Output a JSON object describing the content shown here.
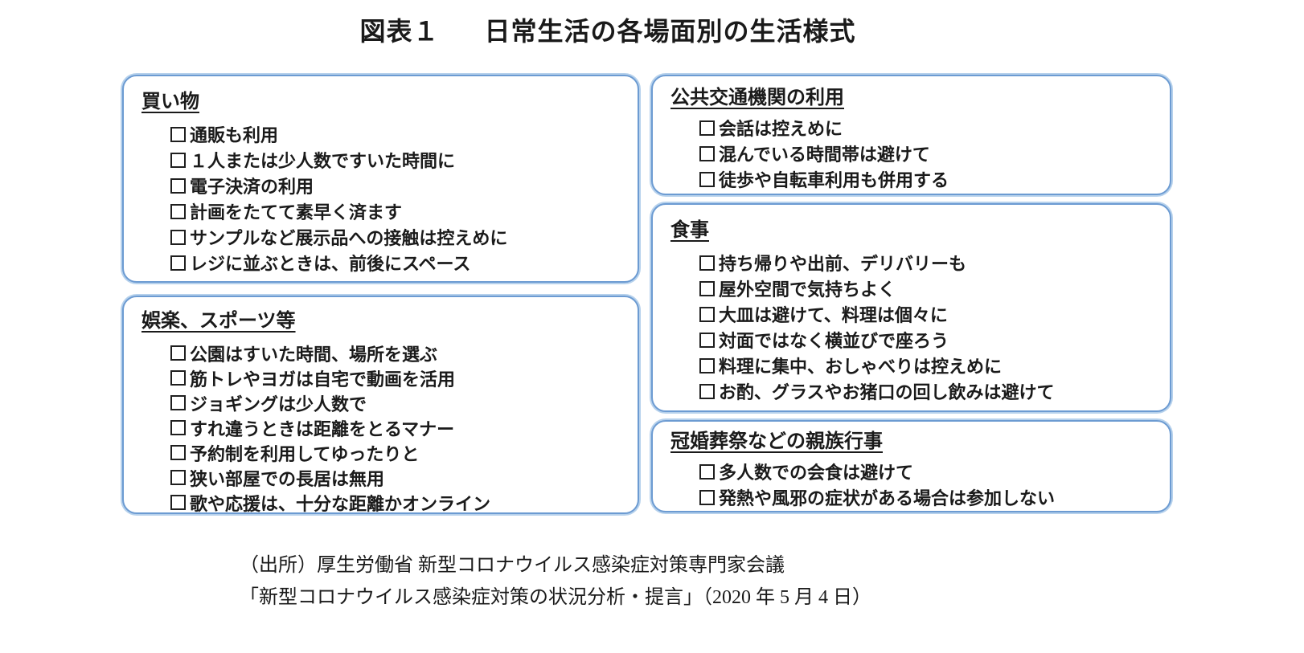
{
  "title": {
    "figure_label": "図表１",
    "text": "日常生活の各場面別の生活様式"
  },
  "boxes": {
    "shopping": {
      "header": "買い物",
      "items": [
        "通販も利用",
        "１人または少人数ですいた時間に",
        "電子決済の利用",
        "計画をたてて素早く済ます",
        "サンプルなど展示品への接触は控えめに",
        "レジに並ぶときは、前後にスペース"
      ]
    },
    "entertainment": {
      "header": "娯楽、スポーツ等",
      "items": [
        "公園はすいた時間、場所を選ぶ",
        "筋トレやヨガは自宅で動画を活用",
        "ジョギングは少人数で",
        "すれ違うときは距離をとるマナー",
        "予約制を利用してゆったりと",
        "狭い部屋での長居は無用",
        "歌や応援は、十分な距離かオンライン"
      ]
    },
    "transport": {
      "header": "公共交通機関の利用",
      "items": [
        "会話は控えめに",
        "混んでいる時間帯は避けて",
        "徒歩や自転車利用も併用する"
      ]
    },
    "meals": {
      "header": "食事",
      "items": [
        "持ち帰りや出前、デリバリーも",
        "屋外空間で気持ちよく",
        "大皿は避けて、料理は個々に",
        "対面ではなく横並びで座ろう",
        "料理に集中、おしゃべりは控えめに",
        "お酌、グラスやお猪口の回し飲みは避けて"
      ]
    },
    "family_events": {
      "header": "冠婚葬祭などの親族行事",
      "items": [
        "多人数での会食は避けて",
        "発熱や風邪の症状がある場合は参加しない"
      ]
    }
  },
  "footer": {
    "line1": "（出所）厚生労働省 新型コロナウイルス感染症対策専門家会議",
    "line2": "「新型コロナウイルス感染症対策の状況分析・提言」（2020 年 5 月 4 日）"
  },
  "colors": {
    "border_inner": "#6c9bd2",
    "border_outer": "#b6d1ec",
    "text": "#1a1a1a",
    "background": "#ffffff"
  }
}
